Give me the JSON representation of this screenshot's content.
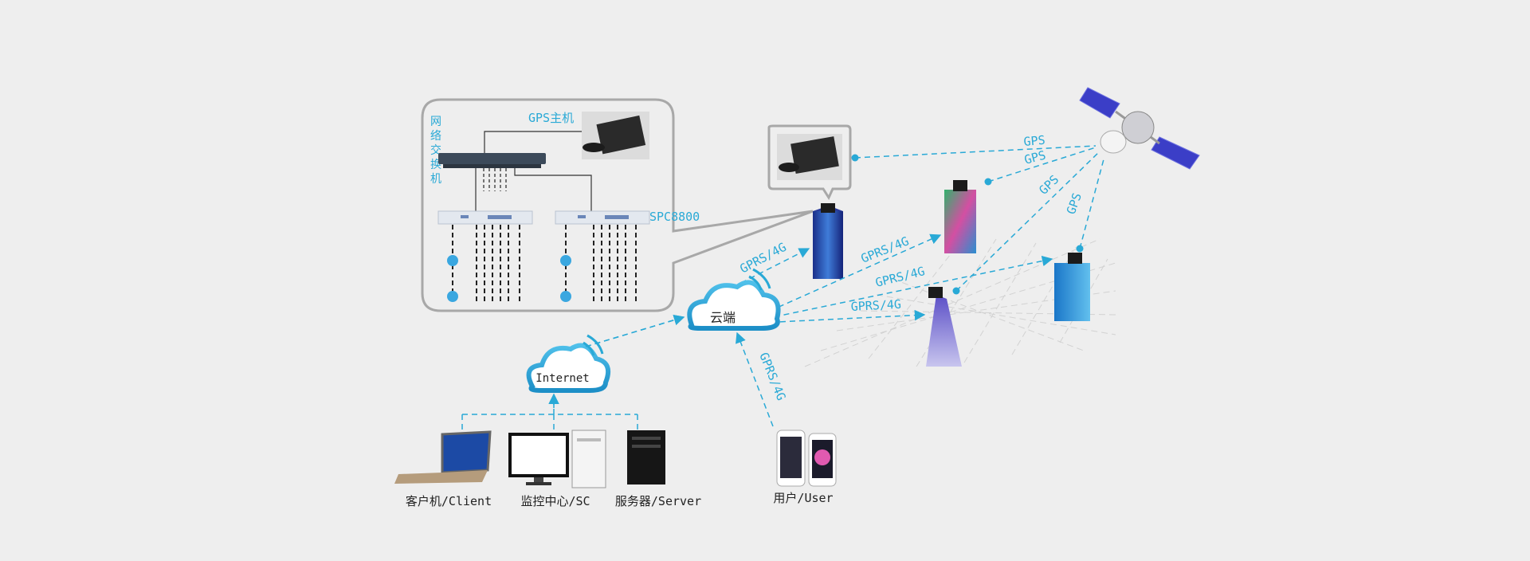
{
  "detail": {
    "switch_label_chars": [
      "网",
      "络",
      "交",
      "换",
      "机"
    ],
    "gps_host_label": "GPS主机",
    "spc_label": "SPC8800"
  },
  "cloud": {
    "label": "云端"
  },
  "internet": {
    "label": "Internet"
  },
  "links": {
    "gps": [
      "GPS",
      "GPS",
      "GPS",
      "GPS"
    ],
    "gprs_building1": "GPRS/4G",
    "gprs_building2": "GPRS/4G",
    "gprs_building3": "GPRS/4G",
    "gprs_building4": "GPRS/4G",
    "gprs_user": "GPRS/4G"
  },
  "devices": {
    "client": "客户机/Client",
    "monitor": "监控中心/SC",
    "server": "服务器/Server",
    "user": "用户/User"
  },
  "colors": {
    "accent": "#29a9d6",
    "background": "#eeeeee",
    "panel_border": "#a8a8a8"
  }
}
